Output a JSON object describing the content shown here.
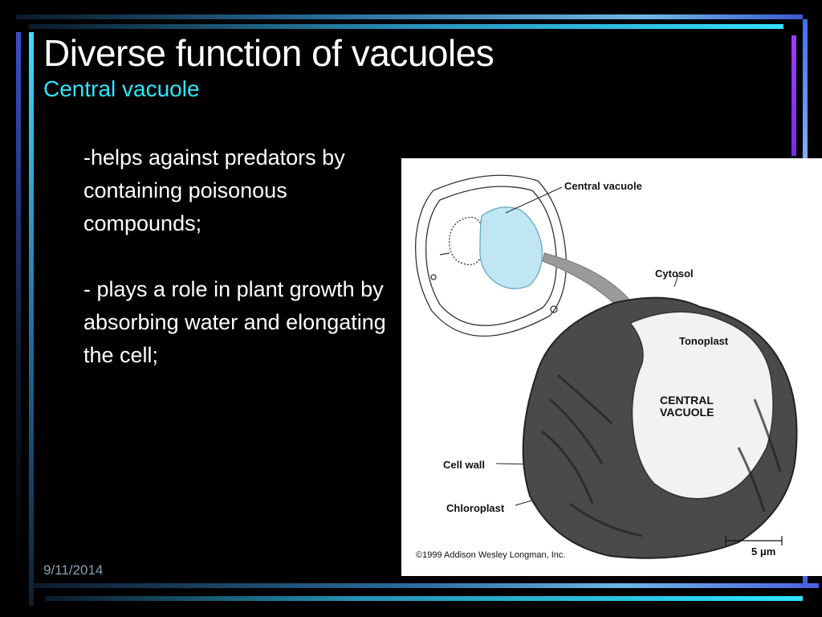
{
  "slide": {
    "title": "Diverse function of vacuoles",
    "subtitle": "Central vacuole",
    "bullets": [
      "-helps against predators by containing poisonous compounds;",
      "- plays a role in plant growth by absorbing water and elongating the cell;"
    ],
    "date": "9/11/2014"
  },
  "figure": {
    "labels": {
      "central_vacuole_top": "Central vacuole",
      "cytosol": "Cytosol",
      "tonoplast": "Tonoplast",
      "central_vacuole_inner": "CENTRAL VACUOLE",
      "cell_wall": "Cell wall",
      "chloroplast": "Chloroplast",
      "copyright": "©1999 Addison Wesley Longman, Inc.",
      "scale": "5 μm"
    }
  },
  "colors": {
    "background": "#000000",
    "subtitle": "#2ee6ff",
    "vacuole_fill": "#bfe6f2"
  }
}
